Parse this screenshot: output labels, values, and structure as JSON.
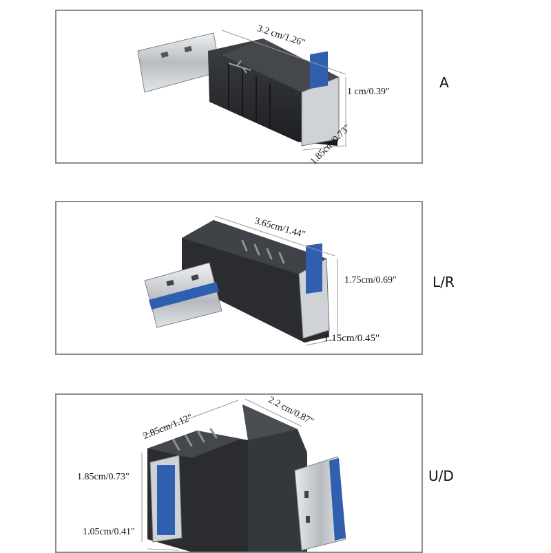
{
  "variants": [
    {
      "tag": "A",
      "dimensions": {
        "length": "3.2 cm/1.26\"",
        "height": "1 cm/0.39\"",
        "width": "1.85cm/0.73\""
      }
    },
    {
      "tag": "L/R",
      "dimensions": {
        "length": "3.65cm/1.44\"",
        "height": "1.75cm/0.69\"",
        "width": "1.15cm/0.45\""
      }
    },
    {
      "tag": "U/D",
      "dimensions": {
        "length": "2.85cm/1.12\"",
        "depth": "2.2 cm/0.87\"",
        "height": "1.85cm/0.73\"",
        "width": "1.05cm/0.41\""
      }
    }
  ],
  "colors": {
    "body": "#2b2d30",
    "usb2_tongue": "#111111",
    "usb3_tongue": "#2f5fae",
    "metal": "#c9ccd0"
  }
}
